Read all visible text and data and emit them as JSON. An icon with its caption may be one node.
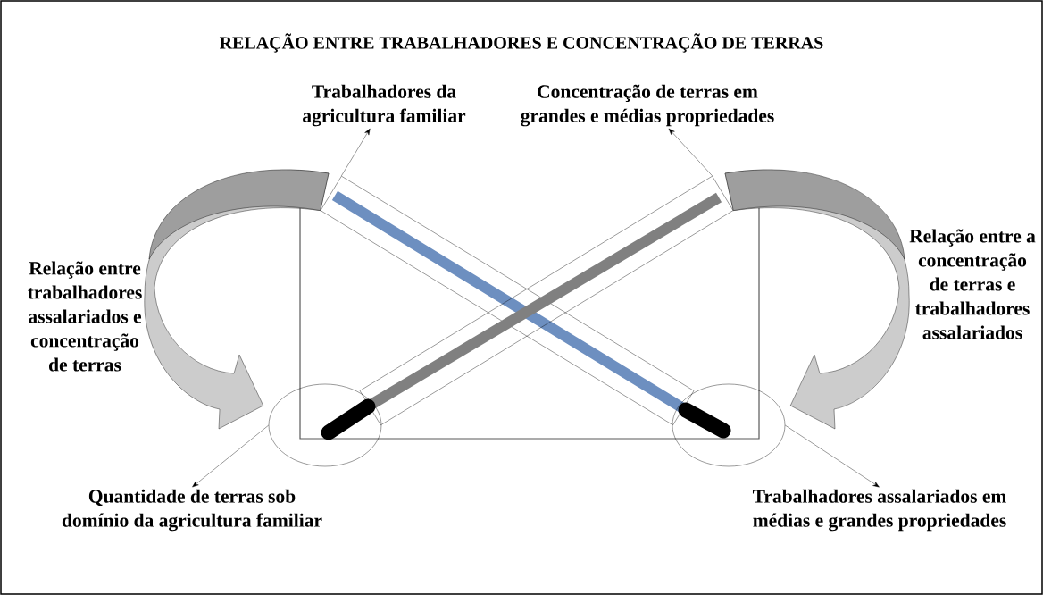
{
  "diagram": {
    "title": "RELAÇÃO ENTRE TRABALHADORES E CONCENTRAÇÃO DE TERRAS",
    "nodes": [
      {
        "text": [
          "Trabalhadores da agricultura familiar"
        ]
      },
      {
        "text": [
          "Concentração de terras em grandes e médias propriedades"
        ]
      },
      {
        "text": [
          "Quantidade de terras sob domínio da agricultura familiar"
        ]
      },
      {
        "text": [
          "Trabalhadores assalariados em médias e grandes propriedades"
        ]
      },
      {
        "text": [],
        "shape": "bar"
      },
      {
        "text": [],
        "shape": "bar"
      },
      {
        "text": [],
        "shape": "circle"
      },
      {
        "text": [],
        "shape": "circle"
      }
    ],
    "edges": [
      {
        "from": 4,
        "to": 0,
        "arrow": "to"
      },
      {
        "from": 5,
        "to": 1,
        "arrow": "to"
      },
      {
        "from": 6,
        "to": 2,
        "arrow": "to"
      },
      {
        "from": 7,
        "to": 3,
        "arrow": "to"
      },
      {
        "from": 4,
        "to": 6,
        "arrow": "to",
        "style": "thick",
        "label": "Relação entre trabalhadores assalariados e concentração de terras"
      },
      {
        "from": 5,
        "to": 7,
        "arrow": "to",
        "style": "thick",
        "label": "Relação entre a concentração de terras e trabalhadores assalariados"
      }
    ]
  }
}
